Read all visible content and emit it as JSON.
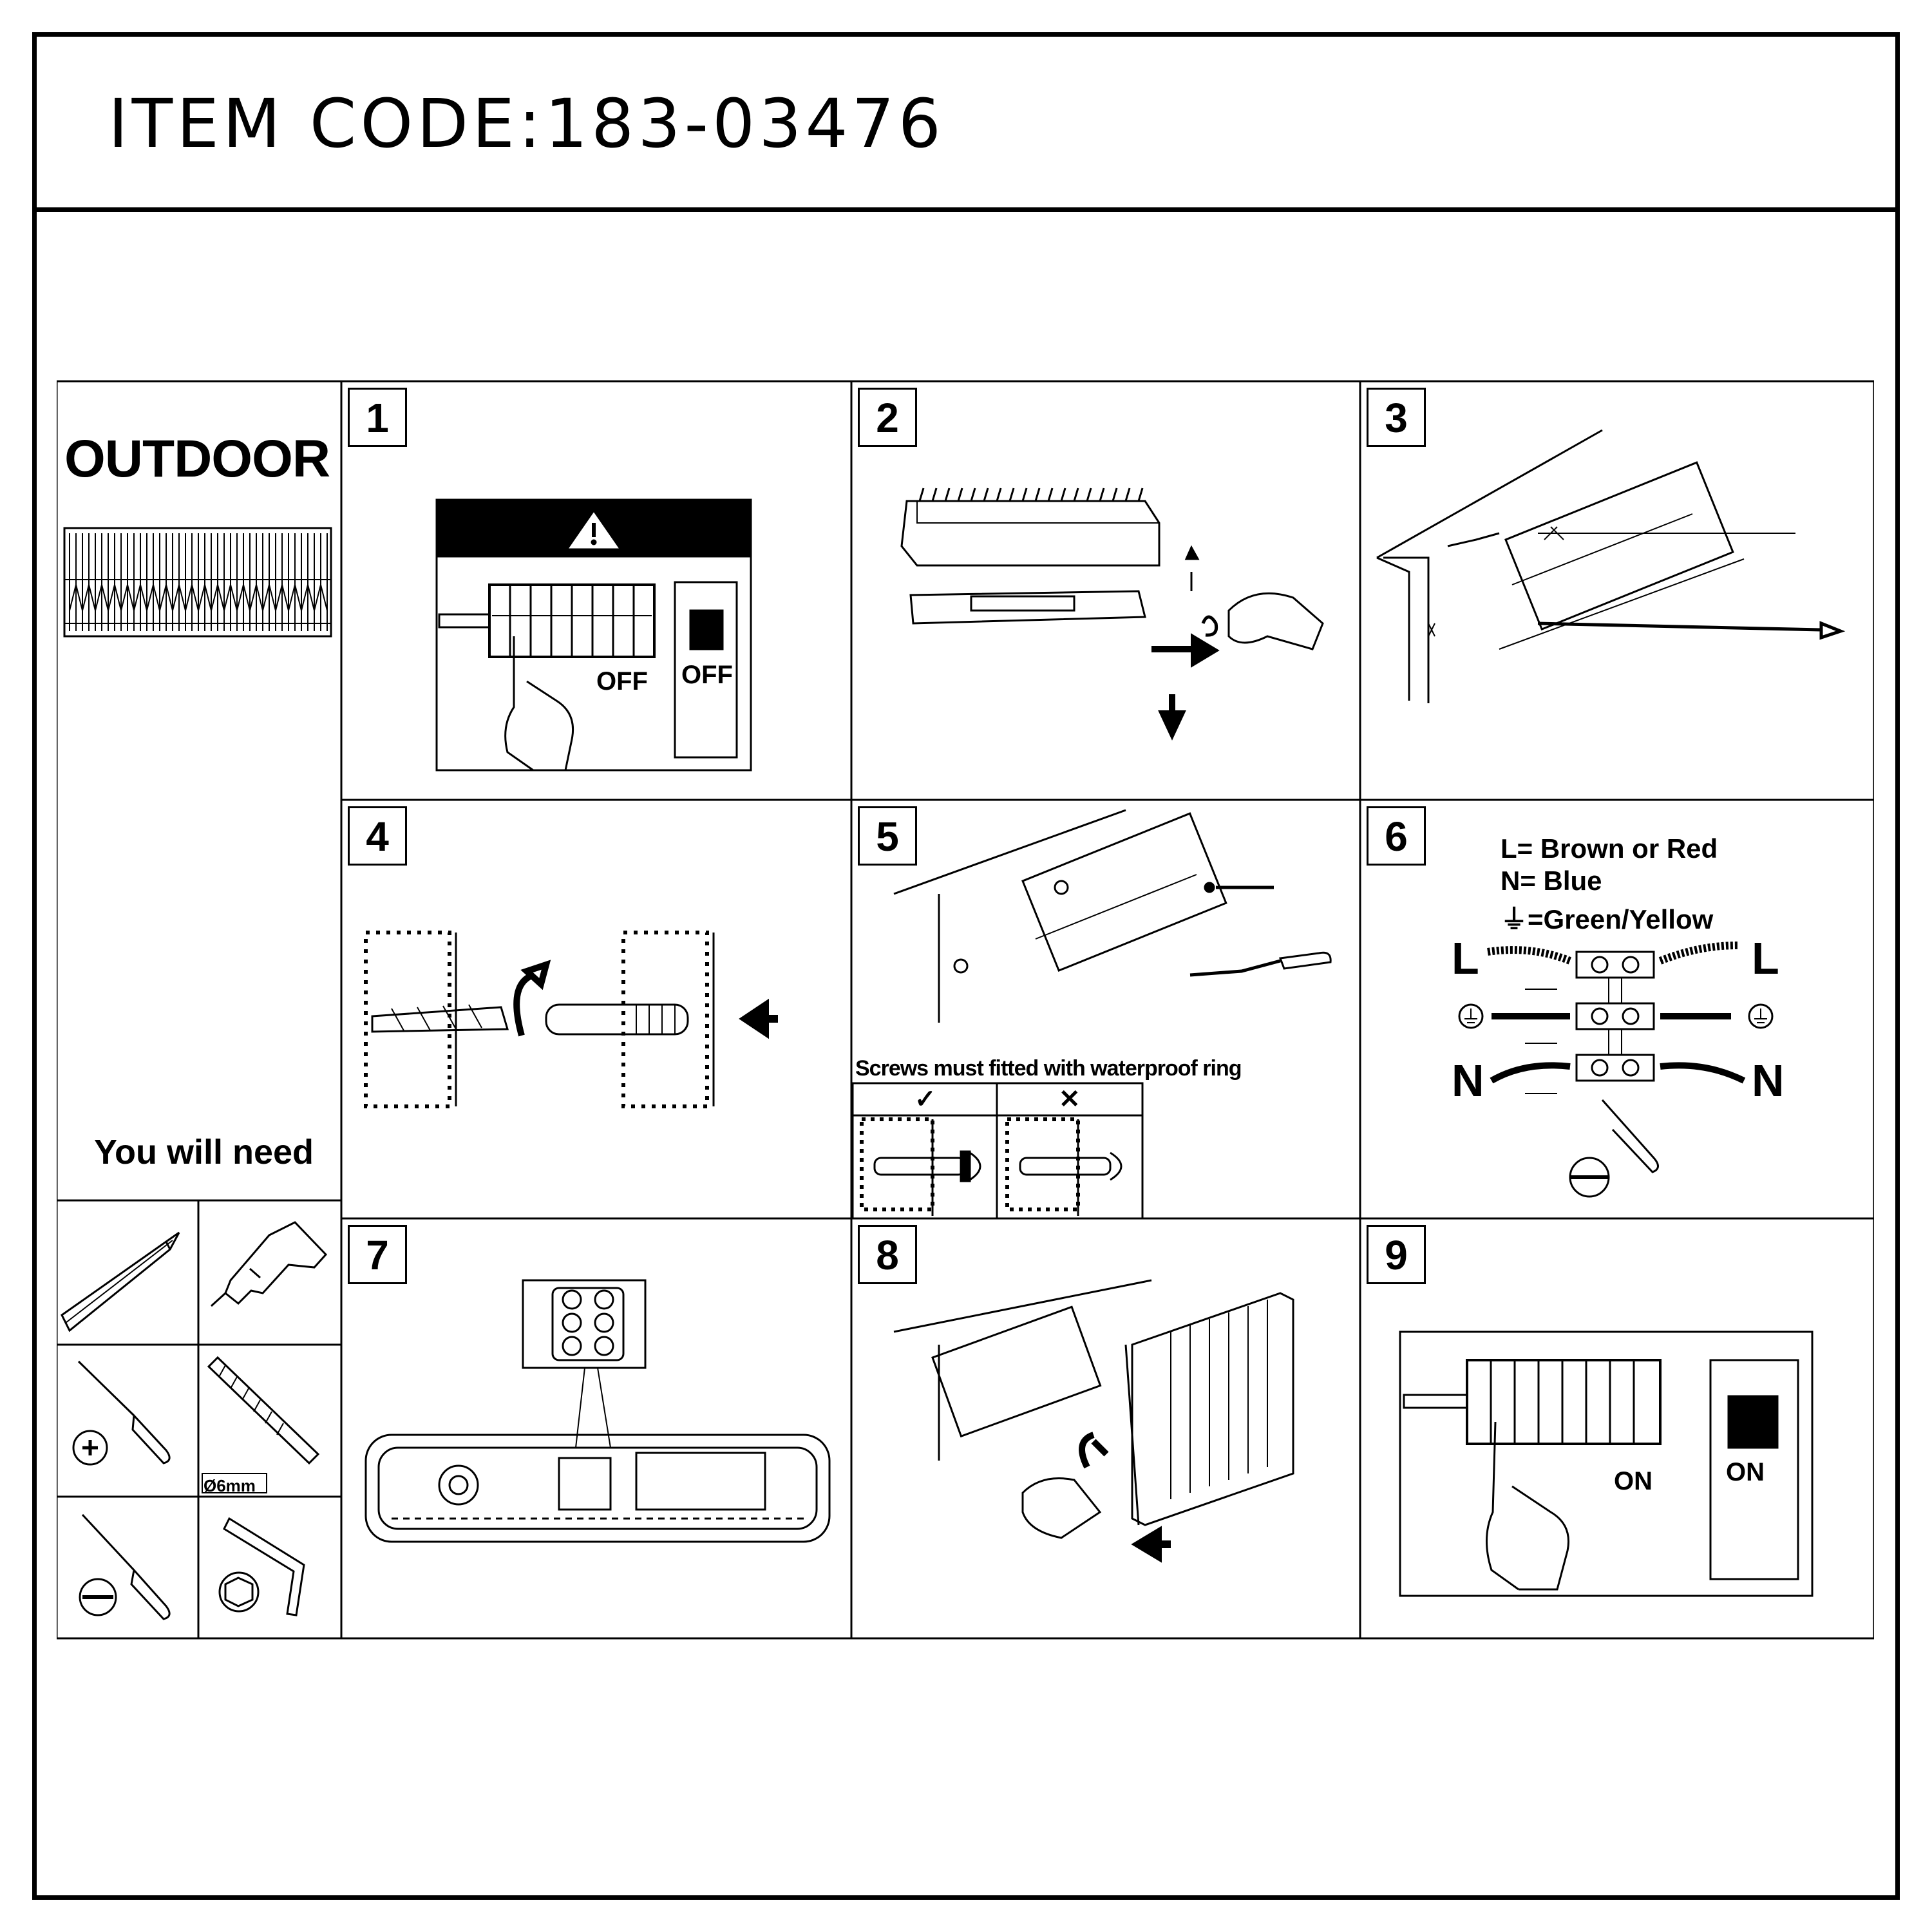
{
  "header": {
    "item_code": "ITEM CODE:183-03476"
  },
  "sidebar": {
    "title": "OUTDOOR",
    "you_will_need": "You will need",
    "drill_bit_label": "Ø6mm",
    "tools": [
      "pencil-icon",
      "drill-icon",
      "phillips-screwdriver-icon",
      "drill-bit-icon",
      "flat-screwdriver-icon",
      "hex-key-icon"
    ]
  },
  "steps": [
    {
      "number": "1",
      "labels": [
        "OFF",
        "OFF"
      ]
    },
    {
      "number": "2"
    },
    {
      "number": "3"
    },
    {
      "number": "4"
    },
    {
      "number": "5",
      "note": "Screws must fitted with waterproof ring",
      "correct": "✓",
      "wrong": "✕"
    },
    {
      "number": "6",
      "key": [
        "L= Brown or Red",
        "N= Blue",
        "⏚=Green/Yellow"
      ],
      "live": "L",
      "neutral": "N"
    },
    {
      "number": "7"
    },
    {
      "number": "8"
    },
    {
      "number": "9",
      "labels": [
        "ON",
        "ON"
      ]
    }
  ]
}
